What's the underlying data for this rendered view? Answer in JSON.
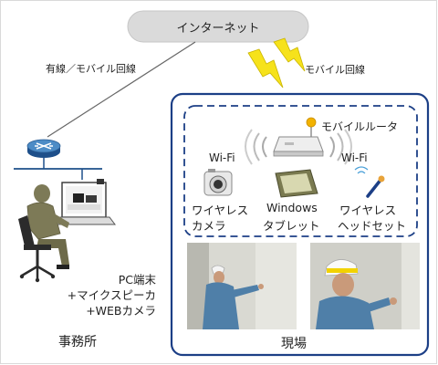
{
  "internet": {
    "label": "インターネット"
  },
  "wired_link": {
    "label": "有線／モバイル回線"
  },
  "mobile_link": {
    "label": "モバイル回線"
  },
  "router": {
    "label": "モバイルルータ"
  },
  "wifi_left": {
    "label": "Wi-Fi"
  },
  "wifi_right": {
    "label": "Wi-Fi"
  },
  "devices": [
    {
      "line1": "ワイヤレス",
      "line2": "カメラ"
    },
    {
      "line1": "Windows",
      "line2": "タブレット"
    },
    {
      "line1": "ワイヤレス",
      "line2": "ヘッドセット"
    }
  ],
  "office": {
    "pc_label": [
      "PC端末",
      "+マイクスピーカ",
      "+WEBカメラ"
    ],
    "label": "事務所"
  },
  "site": {
    "label": "現場"
  },
  "colors": {
    "cloud": "#dadada",
    "site_border": "#1c3f86",
    "lightning": "#f6e21b",
    "router_accent": "#f2b200",
    "person_suit": "#7d7a57",
    "wall": "#d6d6d0"
  },
  "icons": [
    "router-hub-icon",
    "lightning-icon",
    "mobile-router-icon",
    "camera-icon",
    "tablet-icon",
    "headset-icon",
    "desk-computer-icon",
    "person-icon",
    "office-chair-icon"
  ]
}
